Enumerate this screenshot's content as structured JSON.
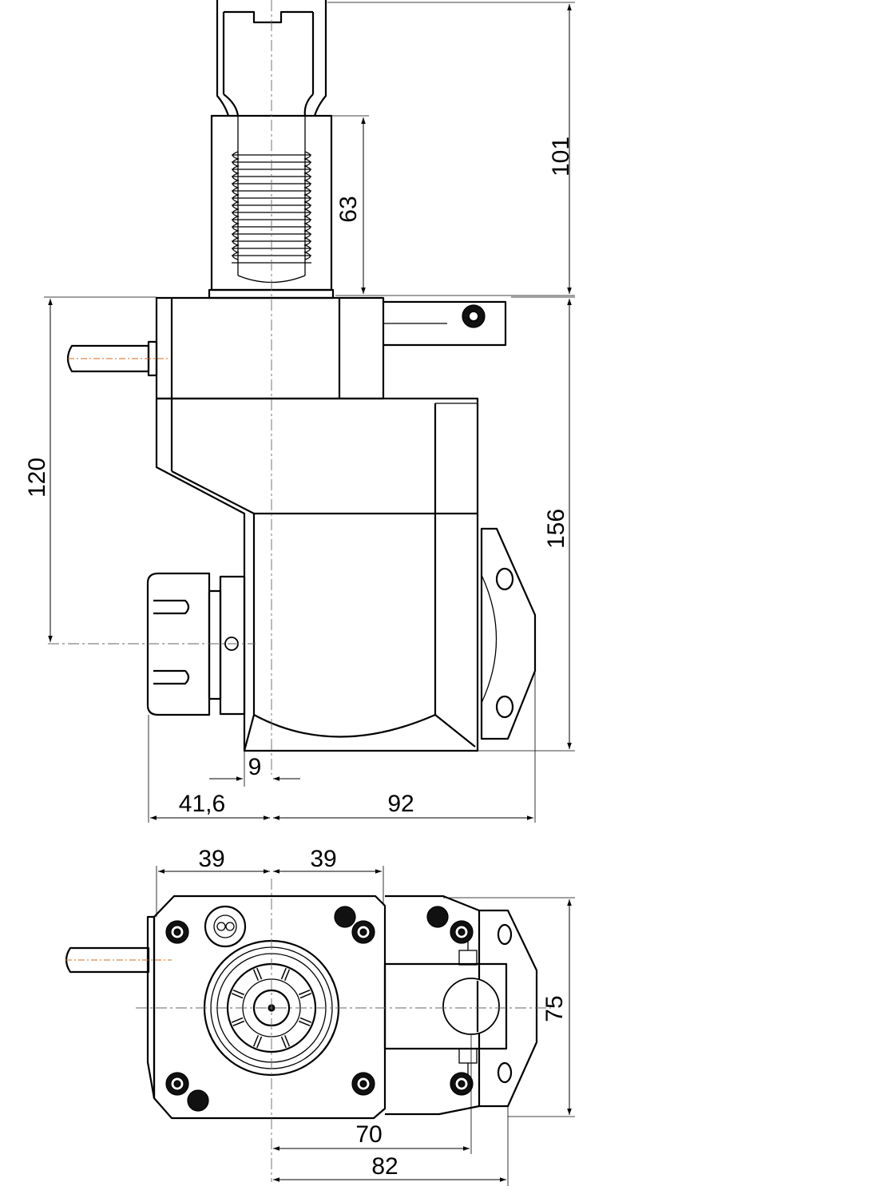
{
  "colors": {
    "line": "#000000",
    "centerline": "#666666",
    "axis_marker": "#d2691e",
    "background": "#ffffff"
  },
  "views": {
    "side": {
      "dimensions": {
        "d101": "101",
        "d63": "63",
        "d120": "120",
        "d156": "156",
        "d9": "9",
        "d41_6": "41,6",
        "d92": "92"
      }
    },
    "bottom": {
      "dimensions": {
        "d39_left": "39",
        "d39_right": "39",
        "d75": "75",
        "d70": "70",
        "d82": "82"
      }
    }
  }
}
